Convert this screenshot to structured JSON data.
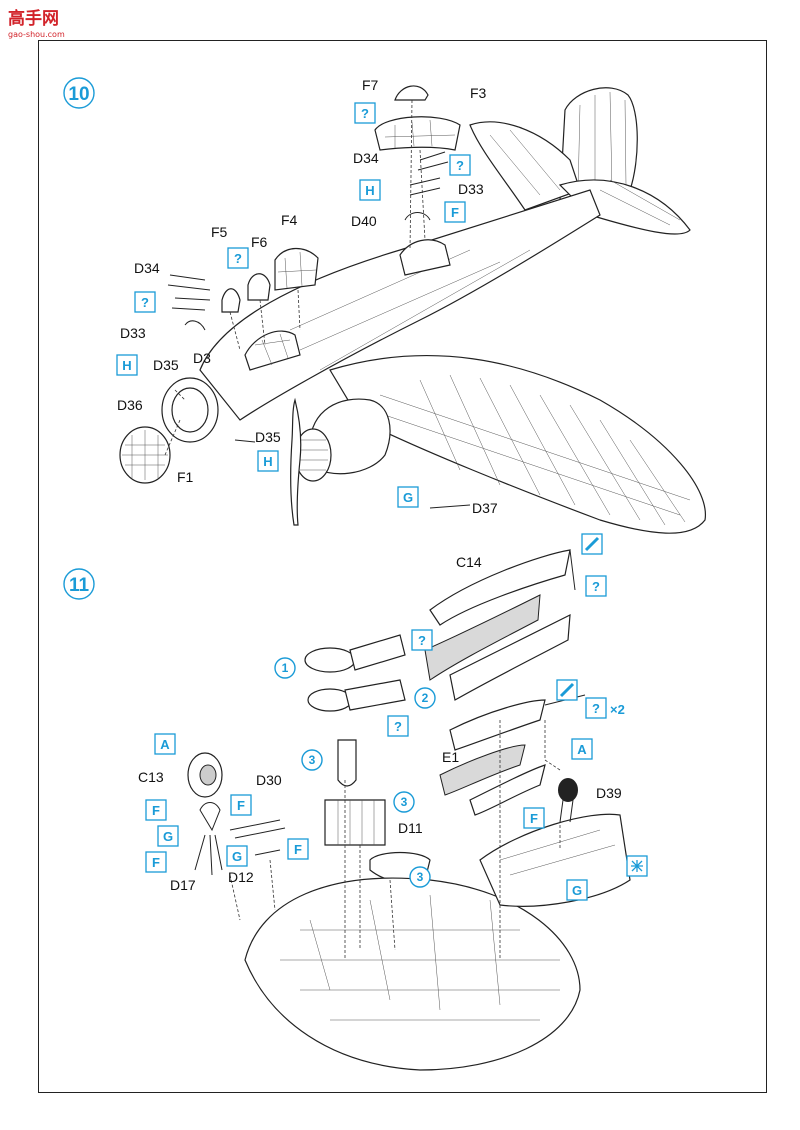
{
  "logo": {
    "text": "高手网",
    "sub": "gao-shou.com"
  },
  "steps": [
    {
      "number": "10"
    },
    {
      "number": "11"
    }
  ],
  "parts_step10": [
    "F7",
    "F3",
    "D34",
    "D33",
    "D40",
    "F4",
    "F5",
    "F6",
    "D34",
    "D33",
    "D3",
    "D35",
    "D36",
    "F1",
    "D35",
    "D37"
  ],
  "parts_step11": [
    "C14",
    "E1",
    "C13",
    "D30",
    "D17",
    "D12",
    "D11",
    "D39"
  ],
  "color_refs": {
    "H": "H",
    "F": "F",
    "G": "G",
    "A": "A",
    "unknown": "?",
    "times2": "×2"
  },
  "bomb_refs": [
    "1",
    "2",
    "3"
  ],
  "colors": {
    "accent": "#1a9bd7",
    "logo": "#d2232a",
    "line": "#222222",
    "grey_fill": "#d9d9d9"
  }
}
